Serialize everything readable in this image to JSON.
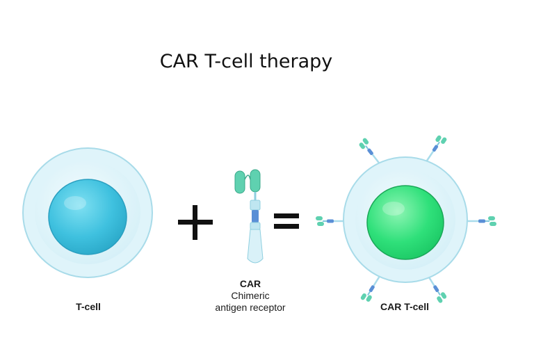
{
  "title": "CAR T-cell therapy",
  "labels": {
    "t_cell": "T-cell",
    "car_abbrev": "CAR",
    "car_line1": "Chimeric",
    "car_line2": "antigen receptor",
    "car_t_cell": "CAR T-cell"
  },
  "operators": {
    "plus": "+",
    "equals": "="
  },
  "colors": {
    "membrane": "#d6f1f8",
    "membrane_edge": "#9fd6e6",
    "cytoplasm": "#eaf8fc",
    "t_cell_nucleus": "#3fc1df",
    "car_t_cell_nucleus": "#2fe07a",
    "receptor_head": "#5fd1b0",
    "receptor_body": "#a9dceb",
    "receptor_tm": "#5a8fd6"
  },
  "icons": {
    "t_cell": "t-cell-icon",
    "car": "car-receptor-icon",
    "car_t_cell": "car-t-cell-icon"
  }
}
